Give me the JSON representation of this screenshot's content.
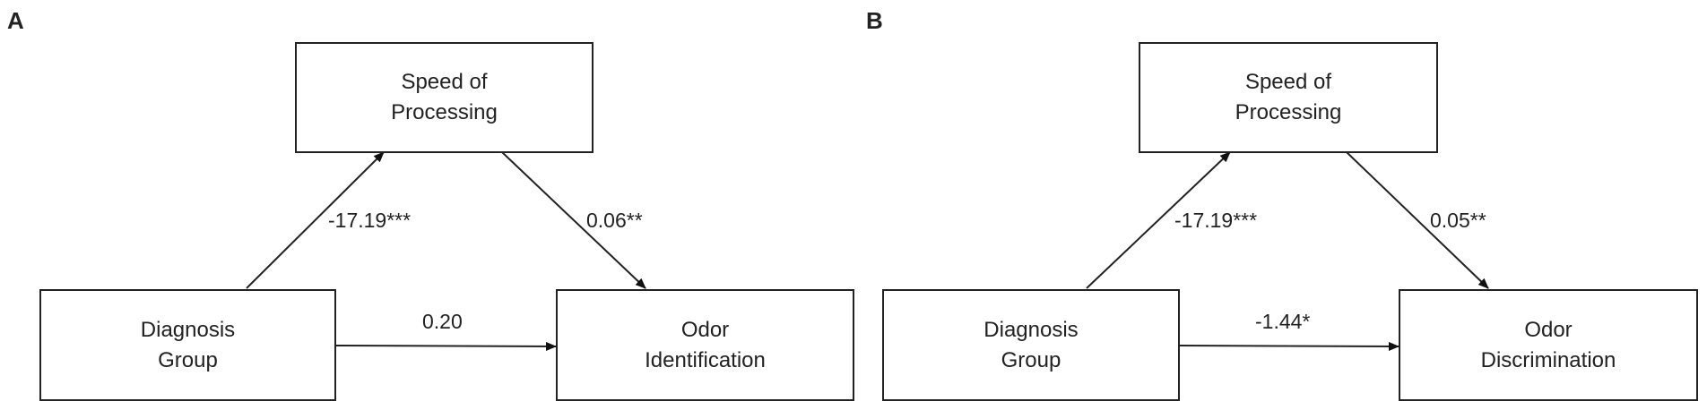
{
  "panels": [
    {
      "letter": "A",
      "mediator": {
        "line1": "Speed of",
        "line2": "Processing"
      },
      "predictor": {
        "line1": "Diagnosis",
        "line2": "Group"
      },
      "outcome": {
        "line1": "Odor",
        "line2": "Identification"
      },
      "path_a": "-17.19***",
      "path_b": "0.06**",
      "path_c": "0.20"
    },
    {
      "letter": "B",
      "mediator": {
        "line1": "Speed of",
        "line2": "Processing"
      },
      "predictor": {
        "line1": "Diagnosis",
        "line2": "Group"
      },
      "outcome": {
        "line1": "Odor",
        "line2": "Discrimination"
      },
      "path_a": "-17.19***",
      "path_b": "0.05**",
      "path_c": "-1.44*"
    }
  ]
}
